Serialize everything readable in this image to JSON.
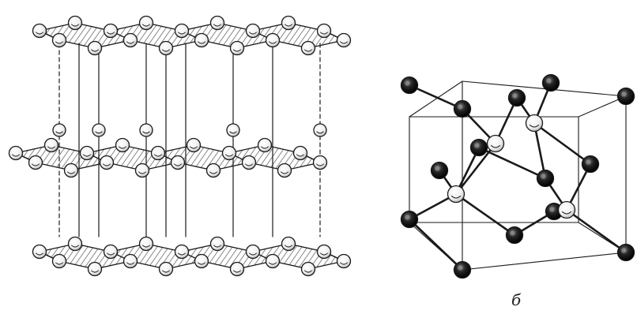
{
  "figure": {
    "panels": [
      {
        "id": "a",
        "label": "",
        "description_type": "layered-hexagonal-lattice",
        "layers": 3,
        "atom_color": "#ffffff"
      },
      {
        "id": "b",
        "label": "б",
        "description_type": "cubic-lattice-tetrahedral",
        "corner_atom_color": "#1a1a1a",
        "inner_atom_color": "#ffffff"
      }
    ],
    "colors": {
      "ink": "#1a1a1a",
      "paper": "#ffffff",
      "hatch": "#555555"
    }
  }
}
